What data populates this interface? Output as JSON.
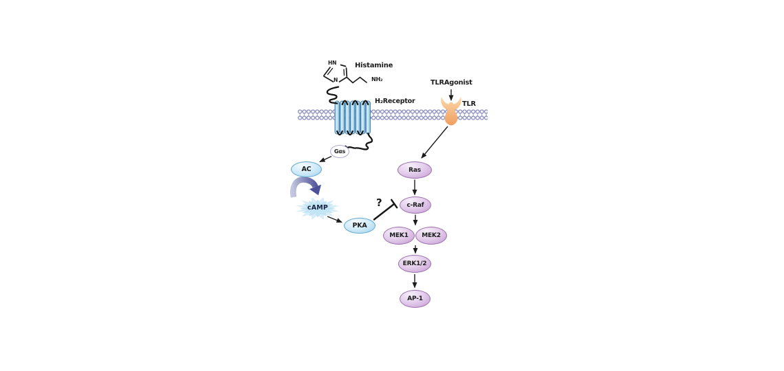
{
  "diagram": {
    "background": "#ffffff",
    "ligand": {
      "name": "Histamine",
      "ring_n_top": "HN",
      "ring_n_bottom": "N",
      "amine": "NH₂"
    },
    "receptors": [
      {
        "id": "h2",
        "label": "H₂Receptor"
      },
      {
        "id": "tlr",
        "label": "TLR",
        "agonist_label": "TLRAgonist"
      }
    ],
    "nodes": [
      {
        "id": "gas",
        "label": "Gαs",
        "style": "white"
      },
      {
        "id": "ac",
        "label": "AC",
        "style": "blue"
      },
      {
        "id": "pka",
        "label": "PKA",
        "style": "blue"
      },
      {
        "id": "ras",
        "label": "Ras",
        "style": "purple"
      },
      {
        "id": "craf",
        "label": "c-Raf",
        "style": "purple"
      },
      {
        "id": "mek1",
        "label": "MEK1",
        "style": "purple"
      },
      {
        "id": "mek2",
        "label": "MEK2",
        "style": "purple"
      },
      {
        "id": "erk12",
        "label": "ERK1/2",
        "style": "purple"
      },
      {
        "id": "ap1",
        "label": "AP-1",
        "style": "purple"
      }
    ],
    "messenger": {
      "label": "cAMP"
    },
    "inhibition_mark": "?",
    "edges": [
      {
        "from": "TLRAgonist",
        "to": "TLR",
        "type": "activation"
      },
      {
        "from": "TLR",
        "to": "Ras",
        "type": "activation"
      },
      {
        "from": "Gαs",
        "to": "AC",
        "type": "activation"
      },
      {
        "from": "AC",
        "to": "cAMP",
        "type": "production"
      },
      {
        "from": "cAMP",
        "to": "PKA",
        "type": "activation"
      },
      {
        "from": "PKA",
        "to": "c-Raf",
        "type": "inhibition",
        "annotation": "?"
      },
      {
        "from": "Ras",
        "to": "c-Raf",
        "type": "activation"
      },
      {
        "from": "c-Raf",
        "to": "MEK1/MEK2",
        "type": "activation"
      },
      {
        "from": "MEK1/MEK2",
        "to": "ERK1/2",
        "type": "activation"
      },
      {
        "from": "ERK1/2",
        "to": "AP-1",
        "type": "activation"
      }
    ],
    "colors": {
      "purple_node_border": "#9b6fae",
      "blue_node_border": "#5fa6ce",
      "membrane_head": "#8488bb",
      "helix_border": "#447fae",
      "tlr_receptor_orange": "#f2a161",
      "starburst_blue": "#c2e4f4",
      "curved_arrow_dark": "#4c5099",
      "arrow_black": "#1c1c1c"
    }
  }
}
